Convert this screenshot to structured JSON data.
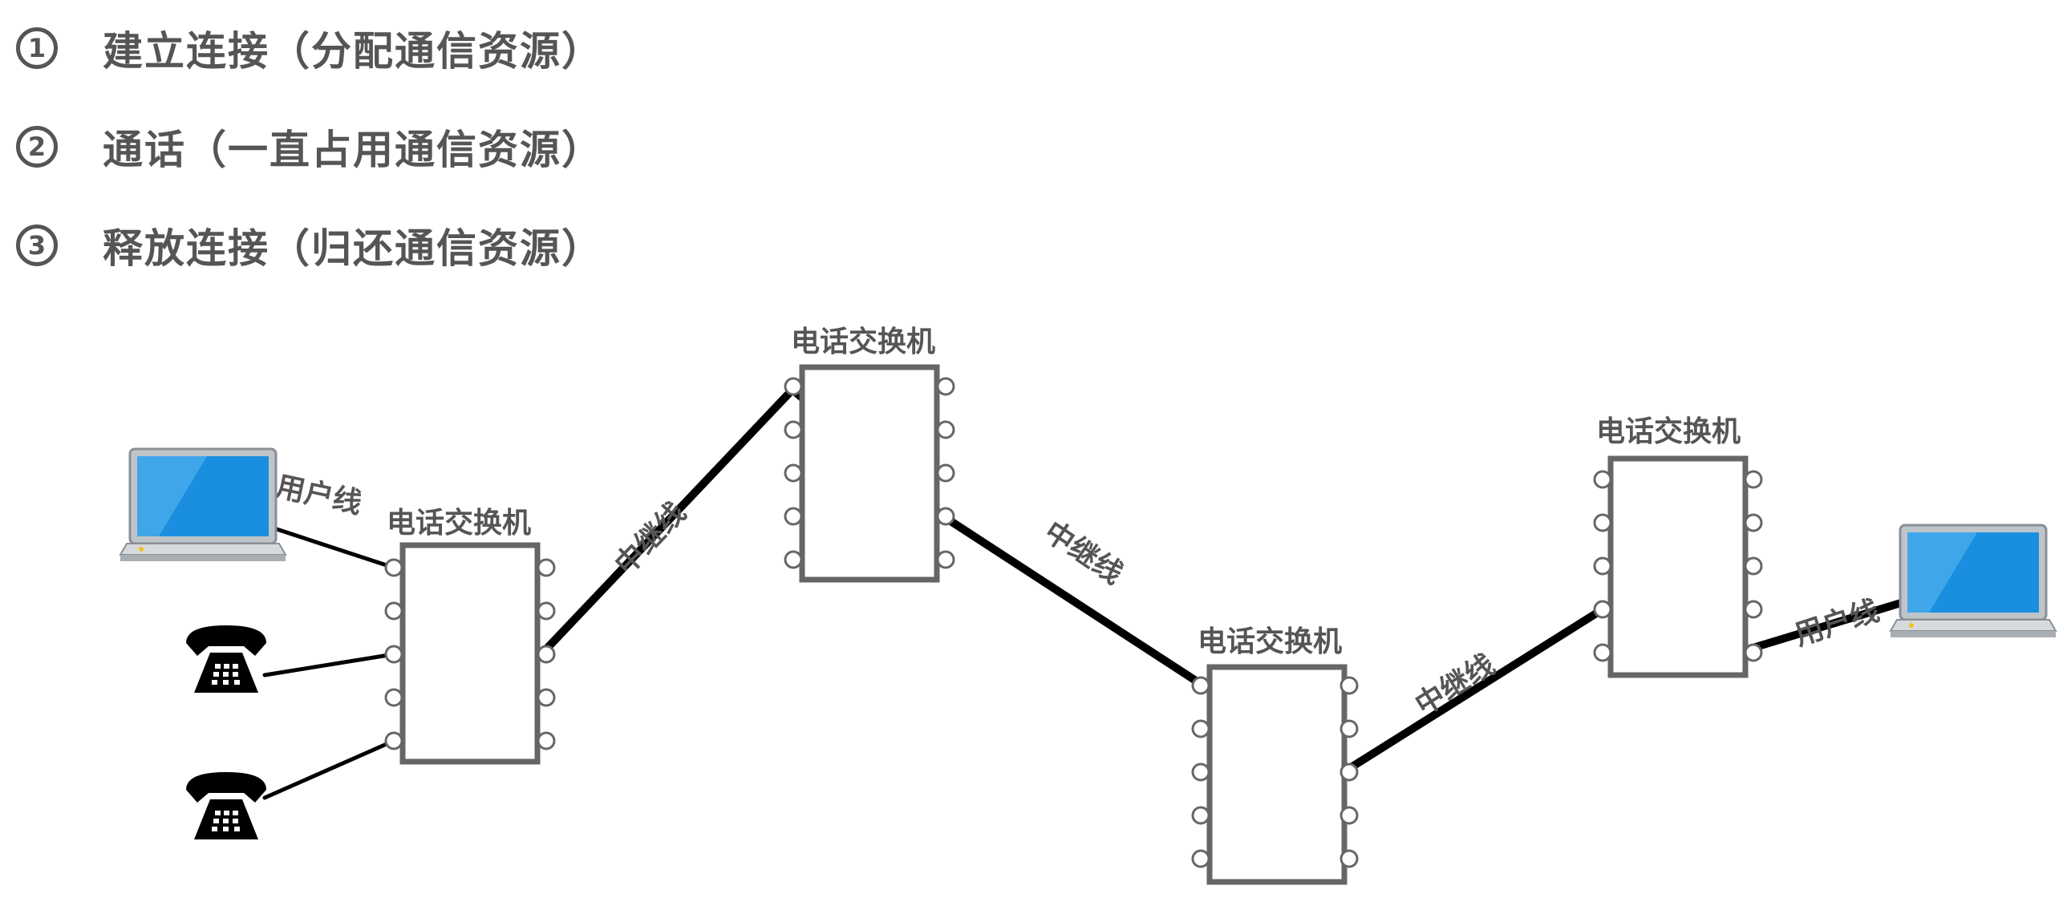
{
  "steps": [
    {
      "num": "1",
      "text": "建立连接（分配通信资源）"
    },
    {
      "num": "2",
      "text": "通话（一直占用通信资源）"
    },
    {
      "num": "3",
      "text": "释放连接（归还通信资源）"
    }
  ],
  "diagram": {
    "switch_label": "电话交换机",
    "trunk_label": "中继线",
    "user_line_label": "用户线"
  },
  "colors": {
    "text": "#555555",
    "line": "#000000",
    "box": "#666666",
    "screen": "#1a8fe0"
  }
}
